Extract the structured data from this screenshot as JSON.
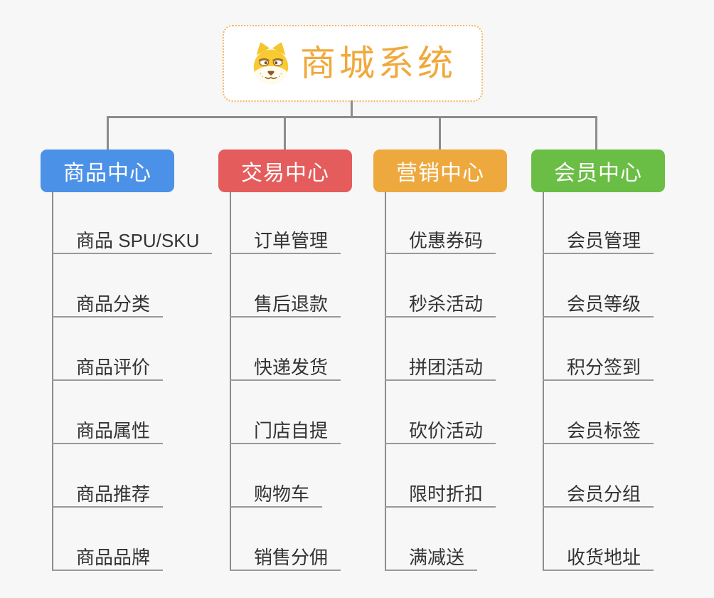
{
  "root": {
    "title": "商城系统",
    "icon": "dog-face-icon",
    "accent_color": "#f0a93c",
    "border_color": "#f4b763",
    "background": "#ffffff"
  },
  "colors": {
    "page_background": "#f7f7f7",
    "connector": "#8c8c8c",
    "leaf_underline": "#999999",
    "leaf_text": "#333333"
  },
  "branches": [
    {
      "label": "商品中心",
      "color": "#4b91e8",
      "items": [
        "商品 SPU/SKU",
        "商品分类",
        "商品评价",
        "商品属性",
        "商品推荐",
        "商品品牌"
      ]
    },
    {
      "label": "交易中心",
      "color": "#e55c5c",
      "items": [
        "订单管理",
        "售后退款",
        "快递发货",
        "门店自提",
        "购物车",
        "销售分佣"
      ]
    },
    {
      "label": "营销中心",
      "color": "#eda93e",
      "items": [
        "优惠券码",
        "秒杀活动",
        "拼团活动",
        "砍价活动",
        "限时折扣",
        "满减送"
      ]
    },
    {
      "label": "会员中心",
      "color": "#6abe45",
      "items": [
        "会员管理",
        "会员等级",
        "积分签到",
        "会员标签",
        "会员分组",
        "收货地址"
      ]
    }
  ]
}
